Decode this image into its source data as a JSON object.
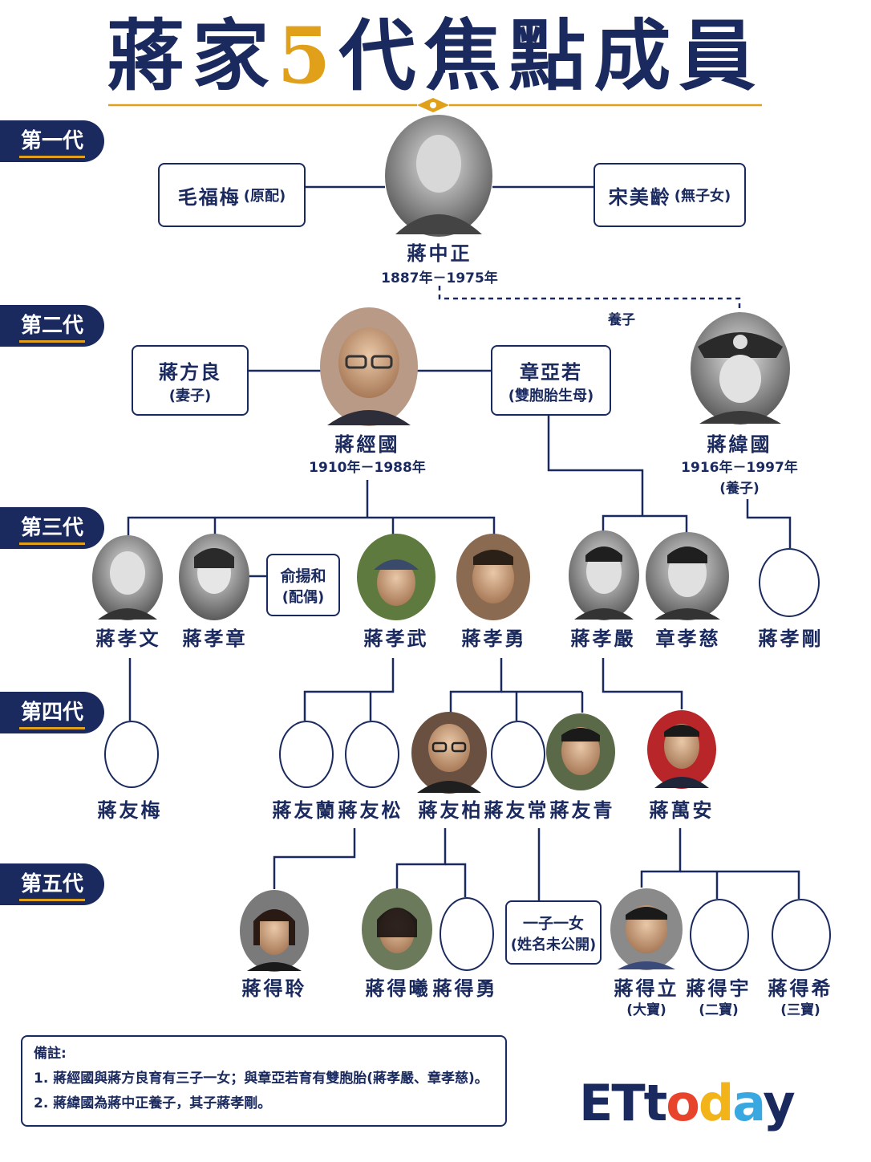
{
  "title": {
    "pre": "蔣家",
    "five": "5",
    "post": "代焦點成員"
  },
  "generations": [
    "第一代",
    "第二代",
    "第三代",
    "第四代",
    "第五代"
  ],
  "gen1": {
    "chiang": {
      "name": "蔣中正",
      "years": "1887年－1975年"
    },
    "mao": {
      "name": "毛福梅",
      "note": "(原配)"
    },
    "soong": {
      "name": "宋美齡",
      "note": "(無子女)"
    },
    "adopt_label": "養子"
  },
  "gen2": {
    "fang": {
      "name": "蔣方良",
      "note": "(妻子)"
    },
    "chang": {
      "name": "章亞若",
      "note": "(雙胞胎生母)"
    },
    "chingkuo": {
      "name": "蔣經國",
      "years": "1910年－1988年"
    },
    "weikuo": {
      "name": "蔣緯國",
      "years": "1916年－1997年",
      "note": "(養子)"
    }
  },
  "gen3": {
    "xiaowen": "蔣孝文",
    "xiaozhang": "蔣孝章",
    "yu": {
      "name": "俞揚和",
      "note": "(配偶)"
    },
    "xiaowu": "蔣孝武",
    "xiaoyong": "蔣孝勇",
    "xiaoyan": "蔣孝嚴",
    "zhangxiaoci": "章孝慈",
    "xiaogang": "蔣孝剛"
  },
  "gen4": {
    "youmei": "蔣友梅",
    "youlan": "蔣友蘭",
    "yousong": "蔣友松",
    "youbo": "蔣友柏",
    "youchang": "蔣友常",
    "youqing": "蔣友青",
    "wanan": "蔣萬安"
  },
  "gen5": {
    "deling": "蔣得聆",
    "dexi": "蔣得曦",
    "deyong": "蔣得勇",
    "unnamed": {
      "name": "一子一女",
      "note": "(姓名未公開)"
    },
    "deli": {
      "name": "蔣得立",
      "note": "(大寶)"
    },
    "deyu": {
      "name": "蔣得宇",
      "note": "(二寶)"
    },
    "dexi2": {
      "name": "蔣得希",
      "note": "(三寶)"
    }
  },
  "notes": {
    "heading": "備註:",
    "items": [
      "1. 蔣經國與蔣方良育有三子一女；與章亞若育有雙胞胎(蔣孝嚴、章孝慈)。",
      "2. 蔣緯國為蔣中正養子，其子蔣孝剛。"
    ]
  },
  "logo": {
    "letters": [
      "E",
      "T",
      "t",
      "o",
      "d",
      "a",
      "y"
    ],
    "colors": [
      "#1a2a5e",
      "#1a2a5e",
      "#1a2a5e",
      "#e8442c",
      "#f2b418",
      "#3aa8e0",
      "#1a2a5e"
    ]
  }
}
